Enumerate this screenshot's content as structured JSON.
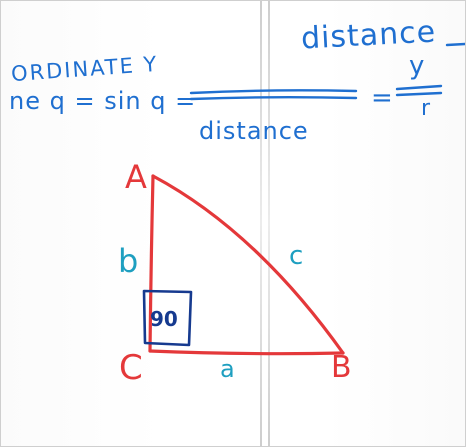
{
  "whiteboard": {
    "header_text": "distance",
    "coordinate_label": "ORDINATE Y",
    "formula_prefix": "ne q = sin q =",
    "formula_equals": "=",
    "fraction_numerator": "y",
    "fraction_denominator": "r",
    "denominator_text": "distance"
  },
  "triangle": {
    "vertex_a": "A",
    "vertex_b": "B",
    "vertex_c": "C",
    "side_a": "a",
    "side_b": "b",
    "side_c": "c",
    "right_angle": "90"
  },
  "colors": {
    "formula_ink": "#1f6fd0",
    "label_ink": "#1e9fc0",
    "triangle_ink": "#e4383a",
    "angle_box_ink": "#163a8f"
  }
}
